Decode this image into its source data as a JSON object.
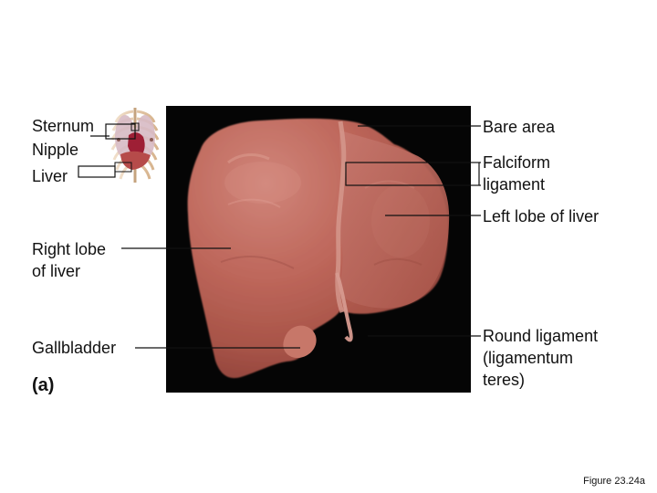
{
  "labels": {
    "sternum": "Sternum",
    "nipple": "Nipple",
    "liver": "Liver",
    "bare_area": "Bare area",
    "falciform_ligament": "Falciform\nligament",
    "left_lobe": "Left lobe of liver",
    "right_lobe": "Right lobe\nof liver",
    "gallbladder": "Gallbladder",
    "part": "(a)",
    "round_ligament": "Round ligament\n(ligamentum\nteres)"
  },
  "caption": "Figure 23.24a",
  "colors": {
    "photo_background": "#050505",
    "liver": "#b85e52",
    "liver_highlight": "#d0857a",
    "liver_shadow": "#8f433b",
    "ligament": "#d69a8f",
    "gallbladder": "#c77769",
    "inset_bone": "#e3c6a6",
    "inset_liver": "#b64b4a",
    "inset_heart": "#9e1f35",
    "inset_lung": "#d7bac4",
    "lead_line": "#111111"
  },
  "icons": {
    "liver_photo": "liver-photo",
    "thorax_inset": "rib-cage-inset"
  }
}
